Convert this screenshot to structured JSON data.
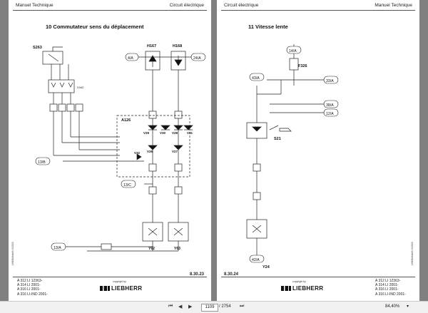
{
  "left": {
    "header_left": "Manuel Technique",
    "header_right": "Circuit électrique",
    "title": "10 Commutateur sens du déplacement",
    "page_num": "8.30.23",
    "models": [
      "A 312 LI 12363-",
      "A 314 LI 2001-",
      "A 316 LI 2001-",
      "A 316 LI-IND 2001-"
    ],
    "copyright": "copyright by",
    "logo": "LIEBHERR",
    "vertical": "LHB/MA/def/r 0/2000",
    "labels": {
      "s263": "S263",
      "x342": "X342",
      "a126": "A126",
      "h167": "H167",
      "h168": "H168",
      "v29": "V29",
      "v30": "V30",
      "v28": "V28",
      "v31": "V31",
      "v32": "V32",
      "v26": "V26",
      "v27": "V27",
      "y62": "Y62",
      "y63": "Y63",
      "ref4a": "4/A",
      "ref24a": "24/A",
      "ref13b": "13/B",
      "ref13c": "13/C",
      "ref13a": "13/A"
    }
  },
  "right": {
    "header_left": "Circuit électrique",
    "header_right": "Manuel Technique",
    "title": "11 Vitesse lente",
    "page_num": "8.30.24",
    "models": [
      "A 312 LI 12363-",
      "A 314 LI 2001-",
      "A 316 LI 2001-",
      "A 316 LI-IND 2001-"
    ],
    "copyright": "copyright by",
    "logo": "LIEBHERR",
    "vertical": "LHB/MA/def/r 0/2000",
    "labels": {
      "f326": "F326",
      "s21": "S21",
      "y24": "Y24",
      "ref14a": "14/A",
      "ref43a": "43/A",
      "ref33a": "33/A",
      "ref38a": "38/A",
      "ref12a": "12/A",
      "ref42a": "42/A"
    }
  },
  "toolbar": {
    "first": "⏮",
    "prev": "◀",
    "next": "▶",
    "last": "⏭",
    "current_page": "1109",
    "total_pages": "/ 2754",
    "zoom": "84,40%",
    "zoom_dropdown": "▾"
  }
}
